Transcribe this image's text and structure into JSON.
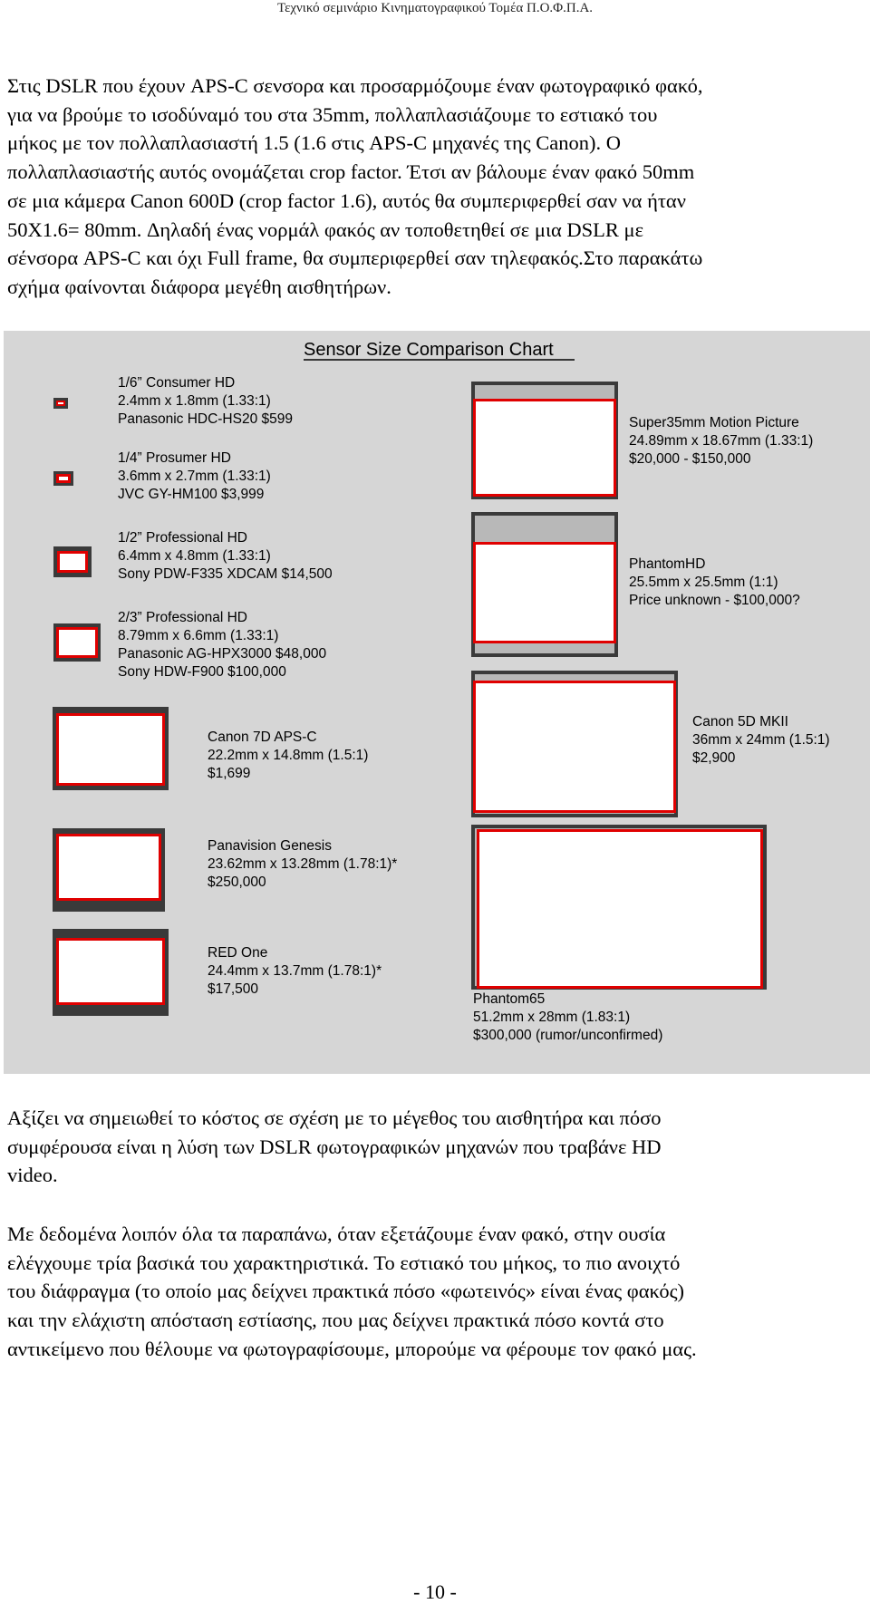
{
  "header": {
    "running_title": "Τεχνικό σεμινάριο Κινηματογραφικού Τομέα Π.Ο.Φ.Π.Α."
  },
  "paragraphs": {
    "intro_lines": [
      "Στις DSLR που έχουν APS-C σενσορα και προσαρμόζουμε έναν φωτογραφικό φακό,",
      "για να βρούμε το ισοδύναμό του στα 35mm, πολλαπλασιάζουμε το εστιακό του",
      "μήκος με τον πολλαπλασιαστή 1.5 (1.6 στις APS-C μηχανές της Canon). Ο",
      "πολλαπλασιαστής αυτός ονομάζεται crop factor. Έτσι αν βάλουμε έναν φακό 50mm",
      "σε μια κάμερα Canon 600D (crop factor 1.6), αυτός θα συμπεριφερθεί σαν να ήταν",
      "50X1.6= 80mm. Δηλαδή ένας νορμάλ φακός αν τοποθετηθεί σε μια DSLR με",
      "σένσορα APS-C και όχι Full frame, θα συμπεριφερθεί σαν τηλεφακός.Στο παρακάτω",
      "σχήμα φαίνονται διάφορα μεγέθη αισθητήρων."
    ],
    "cost_lines": [
      "Αξίζει να σημειωθεί το κόστος σε σχέση με το μέγεθος του αισθητήρα και πόσο",
      "συμφέρουσα είναι η λύση των DSLR φωτογραφικών μηχανών που τραβάνε HD",
      "video."
    ],
    "summary_lines": [
      "Με δεδομένα λοιπόν όλα τα παραπάνω, όταν εξετάζουμε έναν φακό, στην ουσία",
      "ελέγχουμε τρία βασικά του χαρακτηριστικά. Το εστιακό του μήκος, το πιο ανοιχτό",
      "του διάφραγμα (το οποίο μας δείχνει πρακτικά πόσο «φωτεινός» είναι ένας φακός)",
      "και την ελάχιστη απόσταση εστίασης, που μας δείχνει πρακτικά πόσο κοντά στο",
      "αντικείμενο που θέλουμε να φωτογραφίσουμε, μπορούμε να φέρουμε τον φακό μας."
    ]
  },
  "figure": {
    "title": "Sensor Size Comparison Chart",
    "colors": {
      "background": "#d6d6d6",
      "frame": "#3a3a3a",
      "fill_outer": "#b8b8b8",
      "inner": "#ffffff",
      "outline": "#e00000"
    },
    "sensors": [
      {
        "id": "consumer-hd",
        "lines": [
          "1/6” Consumer HD",
          "2.4mm x 1.8mm (1.33:1)",
          "Panasonic HDC-HS20 $599"
        ]
      },
      {
        "id": "prosumer-hd",
        "lines": [
          "1/4” Prosumer HD",
          "3.6mm x 2.7mm (1.33:1)",
          "JVC GY-HM100 $3,999"
        ]
      },
      {
        "id": "pro-hd-half",
        "lines": [
          "1/2” Professional HD",
          "6.4mm x 4.8mm (1.33:1)",
          "Sony PDW-F335 XDCAM $14,500"
        ]
      },
      {
        "id": "pro-hd-twothirds",
        "lines": [
          "2/3” Professional HD",
          "8.79mm x 6.6mm (1.33:1)",
          "Panasonic AG-HPX3000 $48,000",
          "Sony HDW-F900 $100,000"
        ]
      },
      {
        "id": "canon-7d",
        "lines": [
          "Canon 7D APS-C",
          "22.2mm x 14.8mm (1.5:1)",
          "$1,699"
        ]
      },
      {
        "id": "panavision-genesis",
        "lines": [
          "Panavision Genesis",
          "23.62mm x 13.28mm (1.78:1)*",
          "$250,000"
        ]
      },
      {
        "id": "red-one",
        "lines": [
          "RED One",
          "24.4mm x 13.7mm (1.78:1)*",
          "$17,500"
        ]
      },
      {
        "id": "super35",
        "lines": [
          "Super35mm Motion Picture",
          "24.89mm x 18.67mm (1.33:1)",
          "$20,000 - $150,000"
        ]
      },
      {
        "id": "phantom-hd",
        "lines": [
          "PhantomHD",
          "25.5mm x 25.5mm (1:1)",
          "Price unknown - $100,000?"
        ]
      },
      {
        "id": "canon-5d",
        "lines": [
          "Canon 5D MKII",
          "36mm x 24mm (1.5:1)",
          "$2,900"
        ]
      },
      {
        "id": "phantom65",
        "lines": [
          "Phantom65",
          "51.2mm x 28mm (1.83:1)",
          "$300,000 (rumor/unconfirmed)"
        ]
      }
    ]
  },
  "footer": {
    "page_number": "- 10 -"
  }
}
